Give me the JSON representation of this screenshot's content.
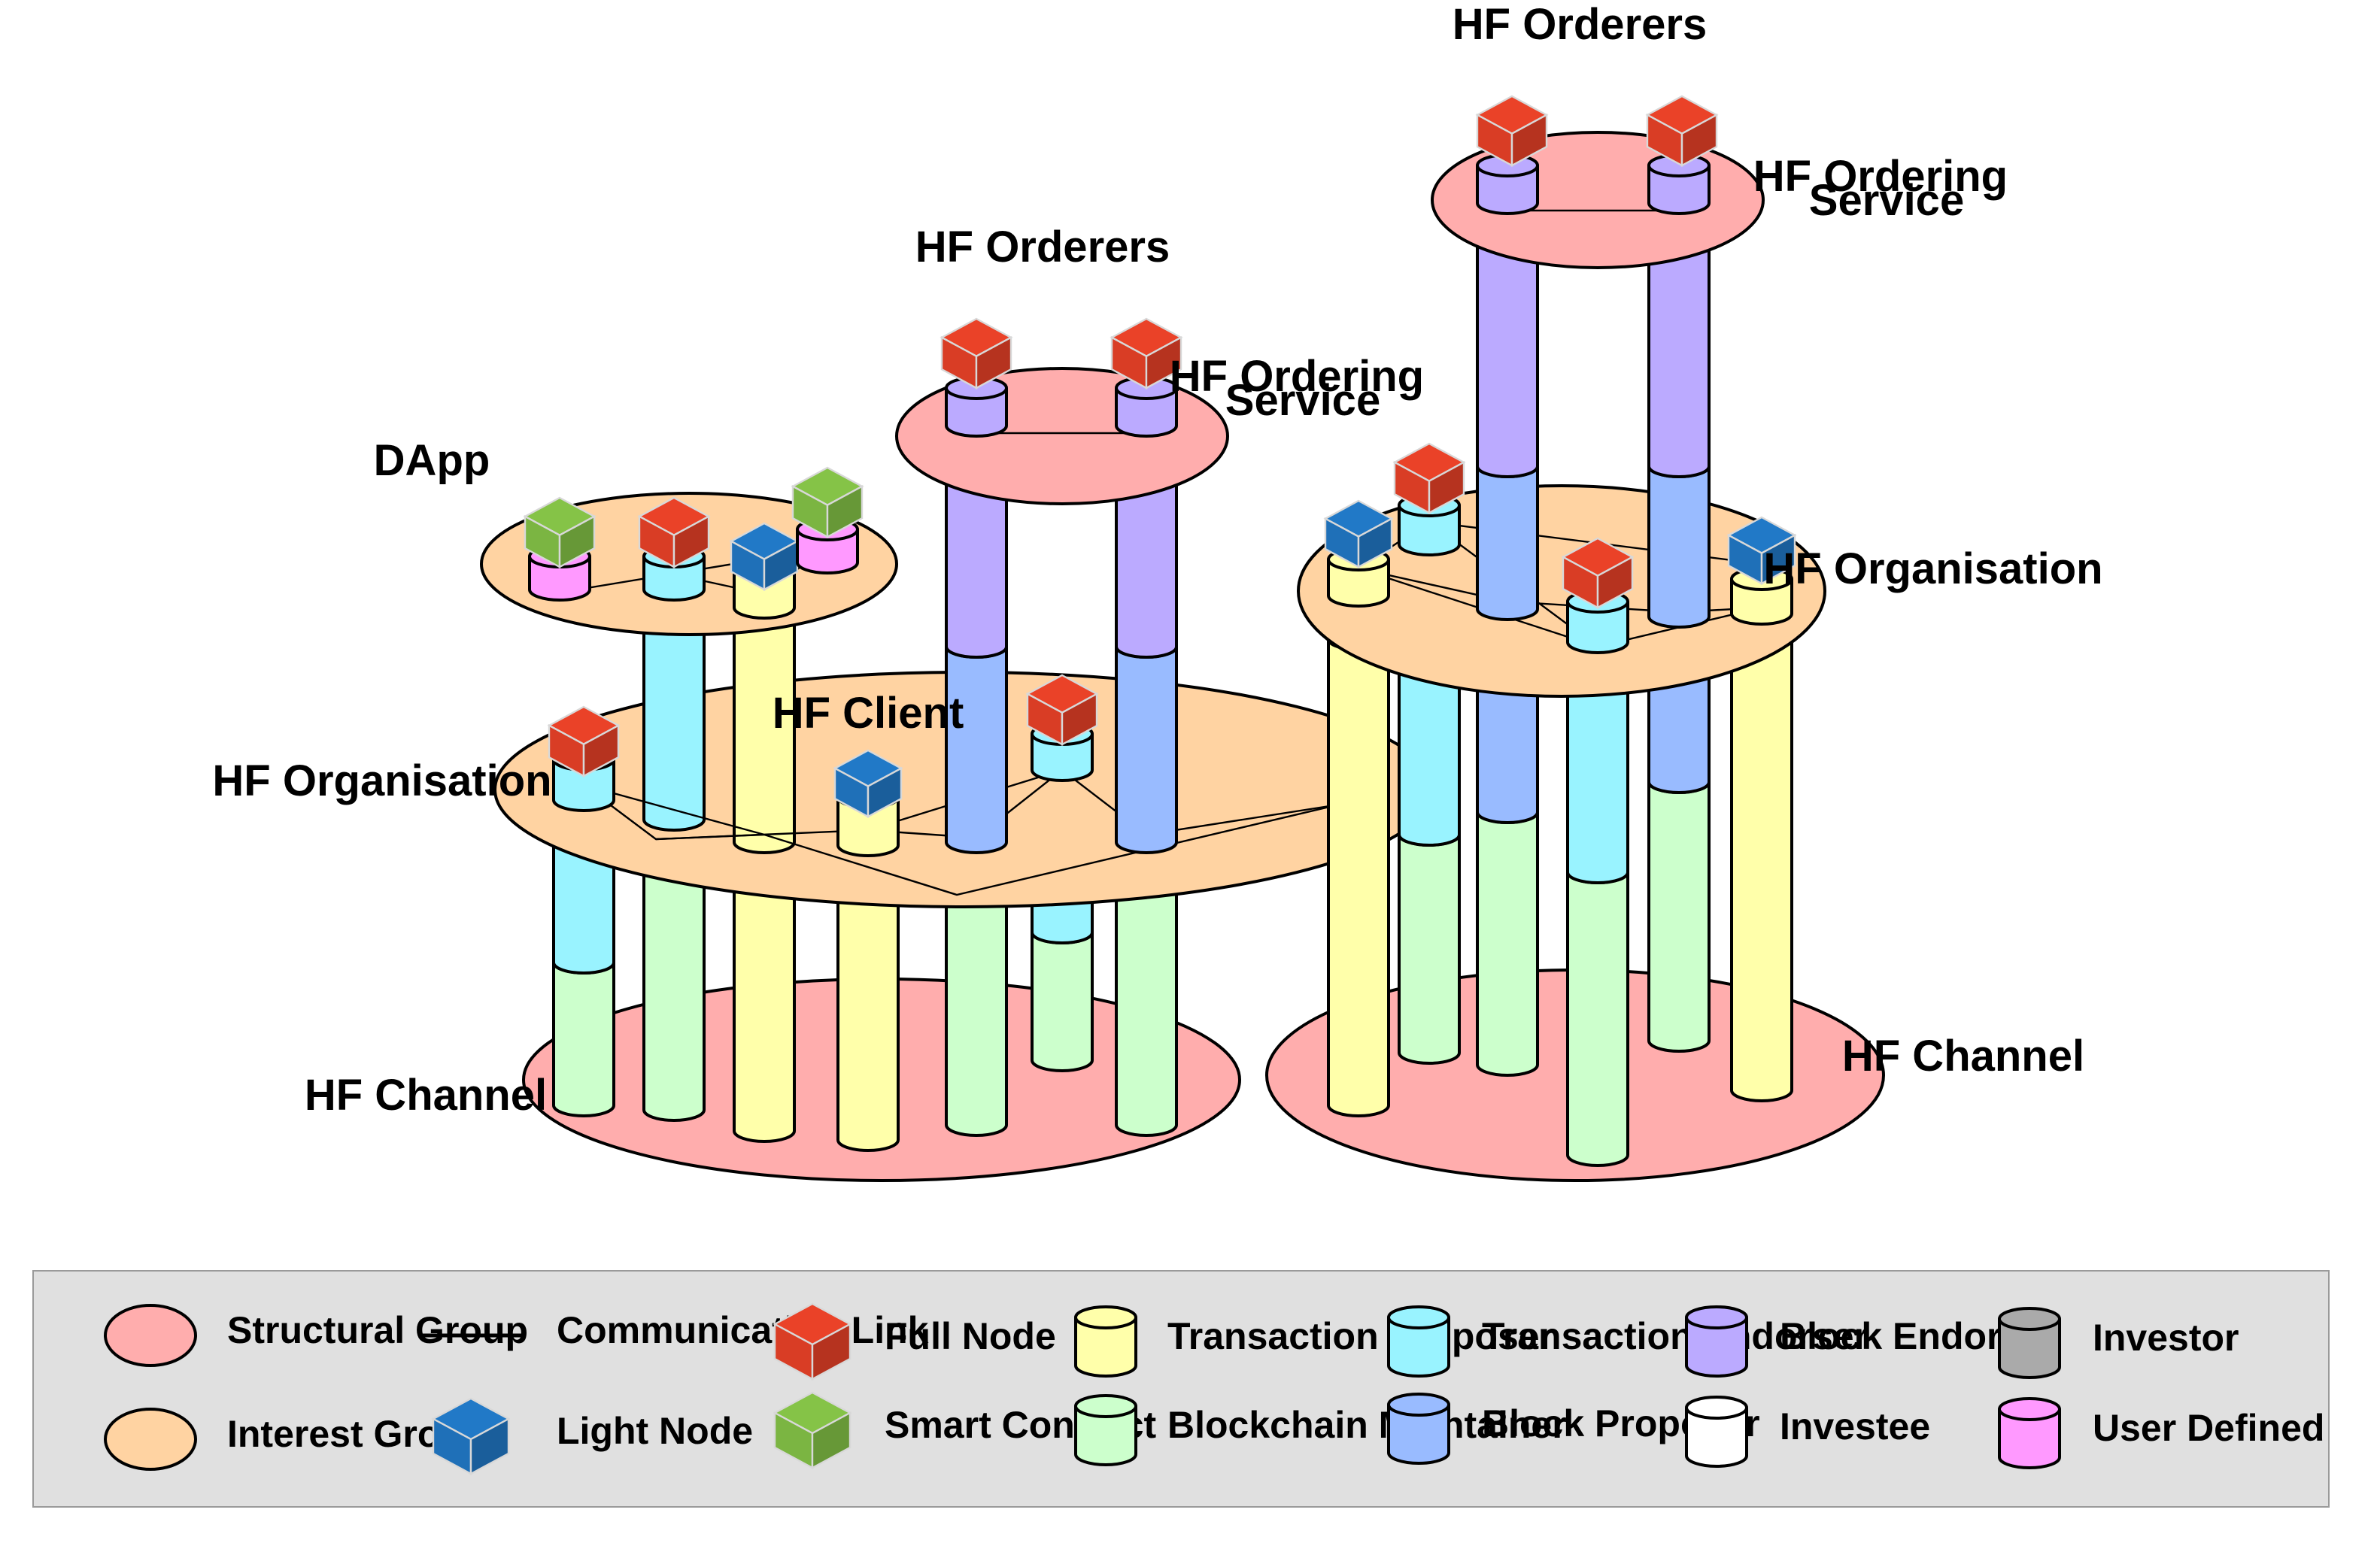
{
  "labels": {
    "dapp": "DApp",
    "hf_client": "HF Client",
    "hf_organisation_left": "HF Organisation",
    "hf_channel_left": "HF Channel",
    "hf_orderers_left": "HF Orderers",
    "hf_ordering_service_left": [
      "HF Ordering",
      "Service"
    ],
    "hf_orderers_right": "HF Orderers",
    "hf_ordering_service_right": [
      "HF Ordering",
      "Service"
    ],
    "hf_organisation_right": "HF Organisation",
    "hf_channel_right": "HF Channel"
  },
  "legend": {
    "items": [
      {
        "shape": "ellipse",
        "color": "#ffadad",
        "label": "Structural Group"
      },
      {
        "shape": "ellipse",
        "color": "#ffd3a2",
        "label": "Interest Group"
      },
      {
        "shape": "line",
        "color": "#000000",
        "label": "Communication Link"
      },
      {
        "shape": "cube",
        "color": "#1f70b8",
        "label": "Light Node"
      },
      {
        "shape": "cube",
        "color": "#d93d25",
        "label": "Full Node"
      },
      {
        "shape": "cube",
        "color": "#7bb542",
        "label": "Smart Contract"
      },
      {
        "shape": "cylinder",
        "color": "#ffffaa",
        "label": "Transaction Proposer"
      },
      {
        "shape": "cylinder",
        "color": "#ccffcc",
        "label": "Blockchain Maintainer"
      },
      {
        "shape": "cylinder",
        "color": "#99f3ff",
        "label": "Transaction Endorser"
      },
      {
        "shape": "cylinder",
        "color": "#99bbff",
        "label": "Block Proposer"
      },
      {
        "shape": "cylinder",
        "color": "#bbaaff",
        "label": "Block Endorser"
      },
      {
        "shape": "cylinder",
        "color": "#ffffff",
        "label": "Investee"
      },
      {
        "shape": "cylinder",
        "color": "#aaaaaa",
        "label": "Investor"
      },
      {
        "shape": "cylinder",
        "color": "#ff99ff",
        "label": "User Defined"
      }
    ]
  },
  "colors": {
    "structural_group": "#ffadad",
    "interest_group": "#ffd3a2",
    "transaction_proposer": "#ffffaa",
    "blockchain_maintainer": "#ccffcc",
    "transaction_endorser": "#99f3ff",
    "block_proposer": "#99bbff",
    "block_endorser": "#bbaaff",
    "user_defined": "#ff99ff",
    "full_node": "#d93d25",
    "light_node": "#1f70b8",
    "smart_contract": "#7bb542",
    "legend_panel": "#e0e0e0"
  }
}
